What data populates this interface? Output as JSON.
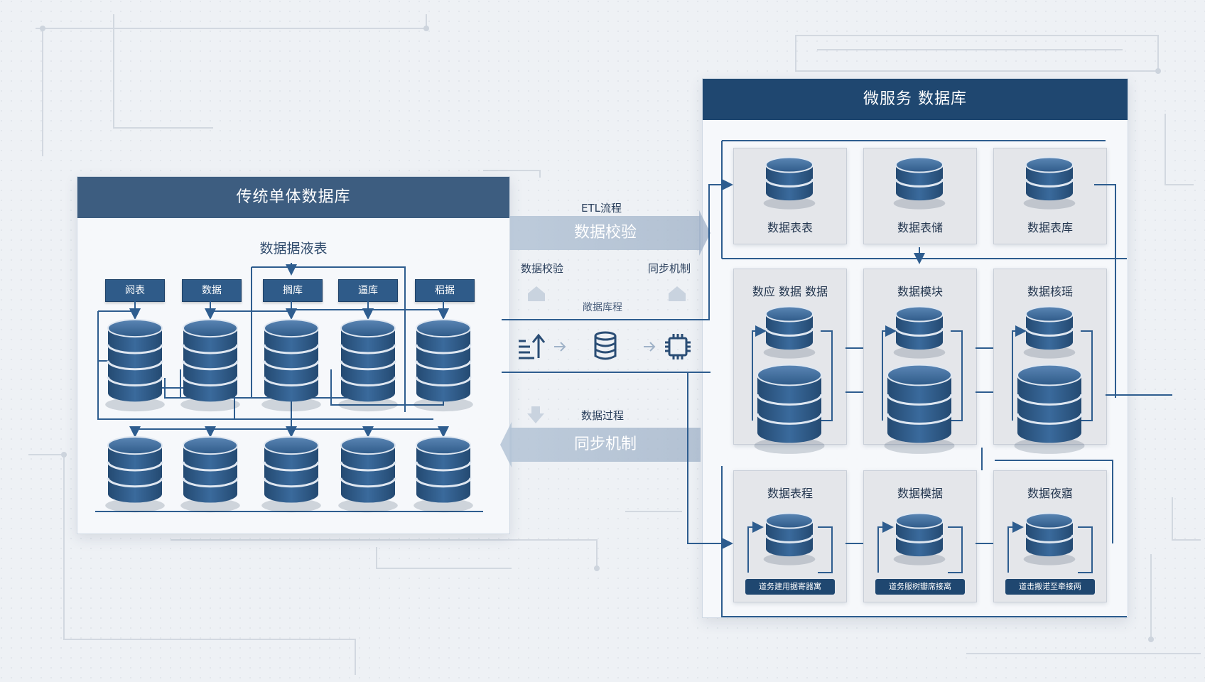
{
  "left_panel": {
    "title": "传统单体数据库",
    "subtitle": "数据据液表",
    "tags": [
      "阏表",
      "数据",
      "搁库",
      "逼库",
      "稆据"
    ]
  },
  "right_panel": {
    "title": "微服务 数据库",
    "top_cards": [
      "数据表表",
      "数据表储",
      "数据表库"
    ],
    "middle_cards": [
      "数应 数据 数据",
      "数据模块",
      "数据核瑶"
    ],
    "bottom_cards": [
      {
        "title": "数据表程",
        "badge": "道务建用据寄器寓"
      },
      {
        "title": "数据模据",
        "badge": "道务服树瓣席接离"
      },
      {
        "title": "数据夜寤",
        "badge": "道击搬诺至牵接两"
      }
    ]
  },
  "middle": {
    "etl_label": "ETL流程",
    "validate_banner": "数据校验",
    "left_label": "数据校验",
    "right_label": "同步机制",
    "center_label": "敞据库程",
    "process_label": "数据过程",
    "sync_banner": "同步机制"
  },
  "colors": {
    "header_left": "#3d5d80",
    "header_right": "#1f4770",
    "db_blue": "#2f5b89",
    "line_blue": "#2e5d8f"
  },
  "icons": [
    "database-icon",
    "upload-icon",
    "chip-icon",
    "arrow-right-icon",
    "home-icon"
  ]
}
